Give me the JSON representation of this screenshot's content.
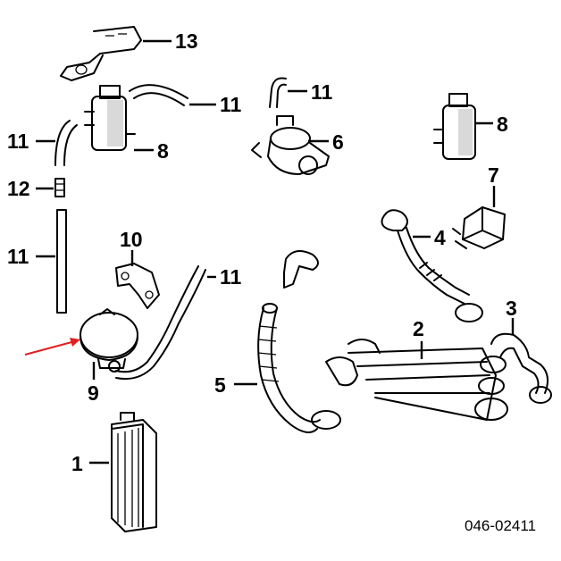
{
  "callouts": {
    "c13": "13",
    "c11a": "11",
    "c11b": "11",
    "c11c": "11",
    "c11d": "11",
    "c11e": "11",
    "c8a": "8",
    "c8b": "8",
    "c6": "6",
    "c12": "12",
    "c7": "7",
    "c10": "10",
    "c4": "4",
    "c3": "3",
    "c2": "2",
    "c9": "9",
    "c5": "5",
    "c1": "1"
  },
  "reference_code": "046-02411",
  "colors": {
    "indicator_arrow": "#e02020",
    "line": "#000000"
  }
}
